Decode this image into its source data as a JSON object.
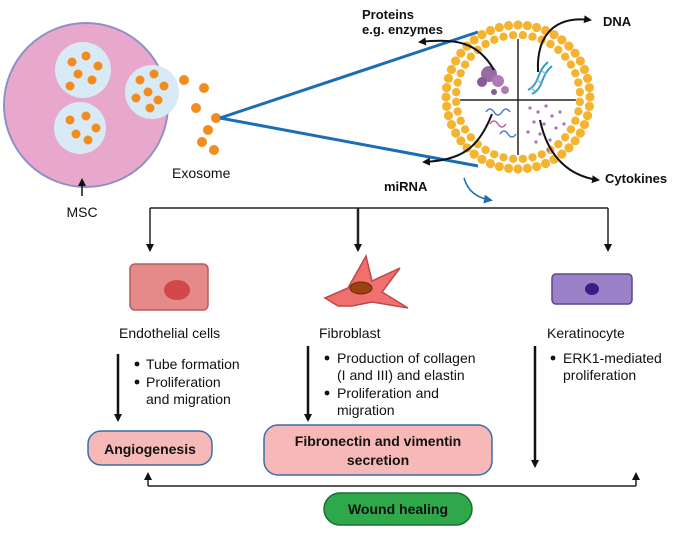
{
  "labels": {
    "msc": "MSC",
    "exosome": "Exosome",
    "proteins_line1": "Proteins",
    "proteins_line2": "e.g. enzymes",
    "dna": "DNA",
    "mirna": "miRNA",
    "cytokines": "Cytokines"
  },
  "cells": [
    {
      "name": "Endothelial cells",
      "bullets": [
        [
          "Tube formation"
        ],
        [
          "Proliferation",
          "and migration"
        ]
      ],
      "outcome": [
        "Angiogenesis"
      ]
    },
    {
      "name": "Fibroblast",
      "bullets": [
        [
          "Production of collagen",
          "(I and III) and elastin"
        ],
        [
          "Proliferation and",
          "migration"
        ]
      ],
      "outcome": [
        "Fibronectin and vimentin",
        "secretion"
      ]
    },
    {
      "name": "Keratinocyte",
      "bullets": [
        [
          "ERK1-mediated",
          "proliferation"
        ]
      ],
      "outcome": []
    }
  ],
  "final": "Wound healing",
  "colors": {
    "msc_fill": "#e8a8cc",
    "vesicle_fill": "#d8eaf5",
    "exosome_dot": "#f28c1c",
    "membrane": "#f5b430",
    "cone_line": "#1a6eb5",
    "endothelial_fill": "#e58a8a",
    "fibroblast_fill": "#f07070",
    "keratinocyte_fill": "#9b82c8",
    "outcome_fill": "#f7b8b8",
    "final_fill": "#2ea84a"
  }
}
